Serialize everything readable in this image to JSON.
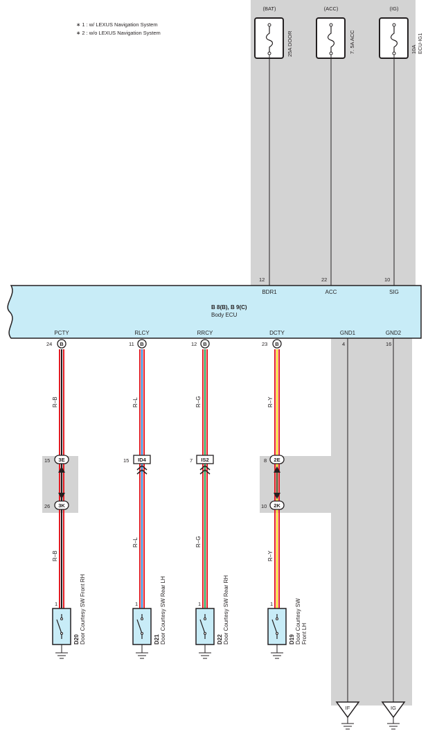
{
  "notes": [
    "∗ 1 : w/ LEXUS Navigation System",
    "∗ 2 : w/o LEXUS Navigation System"
  ],
  "fuses": [
    {
      "supply": "(BAT)",
      "label": "25A DOOR"
    },
    {
      "supply": "(ACC)",
      "label": "7. 5A ACC"
    },
    {
      "supply": "(IG)",
      "label1": "10A",
      "label2": "ECU-IG1"
    }
  ],
  "ecu": {
    "connector": "B 8(B), B 9(C)",
    "name": "Body ECU",
    "top_pins": [
      {
        "num": "12",
        "label": "BDR1"
      },
      {
        "num": "22",
        "label": "ACC"
      },
      {
        "num": "10",
        "label": "SIG"
      }
    ],
    "bottom_pins": [
      {
        "num": "24",
        "label": "PCTY",
        "conn": "B"
      },
      {
        "num": "11",
        "label": "RLCY",
        "conn": "B"
      },
      {
        "num": "12",
        "label": "RRCY",
        "conn": "B"
      },
      {
        "num": "23",
        "label": "DCTY",
        "conn": "B"
      },
      {
        "num": "4",
        "label": "GND1"
      },
      {
        "num": "16",
        "label": "GND2"
      }
    ]
  },
  "wires": [
    {
      "upper": "R–B",
      "lower": "R–B",
      "base": "#1a1a1a",
      "stripe": "#e31b23"
    },
    {
      "upper": "R–L",
      "lower": "R–L",
      "base": "#2a7fd4",
      "stripe": "#e31b23"
    },
    {
      "upper": "R–G",
      "lower": "R–G",
      "base": "#1f9a4a",
      "stripe": "#e31b23"
    },
    {
      "upper": "R–Y",
      "lower": "R–Y",
      "base": "#f6d20d",
      "stripe": "#e31b23"
    }
  ],
  "junctions": [
    {
      "top_pin": "15",
      "top_conn": "3E",
      "bottom_pin": "26",
      "bottom_conn": "3K"
    },
    {
      "pin": "15",
      "conn": "ID4"
    },
    {
      "pin": "7",
      "conn": "IS2"
    },
    {
      "top_pin": "8",
      "top_conn": "2E",
      "bottom_pin": "10",
      "bottom_conn": "2K"
    }
  ],
  "switches": [
    {
      "pin": "1",
      "code": "D20",
      "name": "Door Courtesy SW Front RH"
    },
    {
      "pin": "1",
      "code": "D21",
      "name": "Door Courtesy SW Rear LH"
    },
    {
      "pin": "1",
      "code": "D22",
      "name": "Door Courtesy SW Rear RH"
    },
    {
      "pin": "1",
      "code": "D19",
      "name": "Door Courtesy SW",
      "name2": "Front LH"
    }
  ],
  "grounds": [
    "IF",
    "IG"
  ],
  "colors": {
    "ecu_fill": "#c8ecf7",
    "shade": "#d3d3d3",
    "switch_fill": "#c8ecf7",
    "outline": "#231f20"
  }
}
